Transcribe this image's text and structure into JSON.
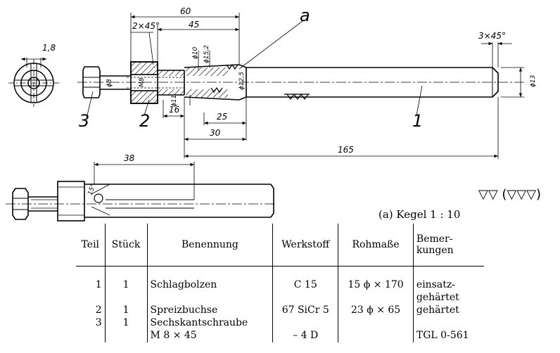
{
  "drawing": {
    "dimensions": {
      "d60": "60",
      "d45": "45",
      "chamfer_left": "2×45°",
      "chamfer_right": "3×45°",
      "d16": "16",
      "d25": "25",
      "d30": "30",
      "d165": "165",
      "d38": "38",
      "d1_8": "1,8",
      "dia10": "ϕ10",
      "dia15": "ϕ15,2",
      "dia12_5": "ϕ12,5",
      "dia11": "ϕ11",
      "dia8": "ϕ8",
      "m8": "M8",
      "dia13": "ϕ13",
      "angle15": "15°"
    },
    "labels": {
      "part1": "1",
      "part2": "2",
      "part3": "3",
      "detail_a": "a"
    },
    "caption": "(a)  Kegel 1 : 10",
    "surface_finish": "▽▽ (▽▽▽)"
  },
  "table": {
    "headers": [
      "Teil",
      "Stück",
      "Benennung",
      "Werkstoff",
      "Rohmaße",
      "Bemer-\nkungen"
    ],
    "rows": [
      {
        "teil": "1",
        "stueck": "1",
        "benennung": "Schlagbolzen",
        "werkstoff": "C 15",
        "rohmasse": "15 ϕ × 170",
        "bemerkungen": "einsatz-"
      },
      {
        "teil": "",
        "stueck": "",
        "benennung": "",
        "werkstoff": "",
        "rohmasse": "",
        "bemerkungen": "gehärtet"
      },
      {
        "teil": "2",
        "stueck": "1",
        "benennung": "Spreizbuchse",
        "werkstoff": "67 SiCr 5",
        "rohmasse": "23 ϕ × 65",
        "bemerkungen": "gehärtet"
      },
      {
        "teil": "3",
        "stueck": "1",
        "benennung": "Sechskantschraube",
        "werkstoff": "",
        "rohmasse": "",
        "bemerkungen": ""
      },
      {
        "teil": "",
        "stueck": "",
        "benennung": "M 8 × 45",
        "werkstoff": "– 4 D",
        "rohmasse": "",
        "bemerkungen": "TGL  0-561"
      }
    ]
  }
}
